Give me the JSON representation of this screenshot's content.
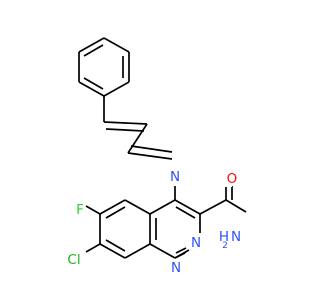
{
  "molecule": {
    "atoms": {
      "F": {
        "text": "F",
        "color": "#33cc33"
      },
      "Cl": {
        "text": "Cl",
        "color": "#1fb31f"
      },
      "N_ring_left": {
        "text": "N",
        "color": "#3050f8"
      },
      "N_ring_right": {
        "text": "N",
        "color": "#3050f8"
      },
      "N_imine": {
        "text": "N",
        "color": "#3050f8"
      },
      "O": {
        "text": "O",
        "color": "#ff0d0d"
      },
      "NH2_H": {
        "text": "H",
        "color": "#3050f8"
      },
      "NH2_N": {
        "text": "N",
        "color": "#3050f8"
      },
      "NH2_sub": {
        "text": "2",
        "color": "#3050f8"
      }
    }
  }
}
